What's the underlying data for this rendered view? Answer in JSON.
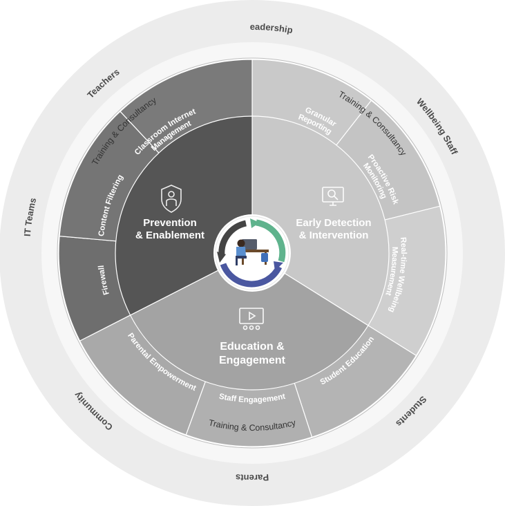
{
  "stakeholders": {
    "school_leadership": "School Leadership",
    "wellbeing_staff": "Wellbeing Staff",
    "students": "Students",
    "parents": "Parents",
    "community": "Community",
    "it_teams": "IT Teams",
    "teachers": "Teachers"
  },
  "training": {
    "top_left": "Training & Consultancy",
    "top_right": "Training & Consultancy",
    "bottom": "Training & Consultancy"
  },
  "pillars": {
    "prevention": {
      "line1": "Prevention",
      "line2": "& Enablement",
      "icon": "shield-person-icon",
      "color": "#555555"
    },
    "detection": {
      "line1": "Early Detection",
      "line2": "& Intervention",
      "icon": "monitor-search-icon",
      "color": "#c8c8c8"
    },
    "education": {
      "line1": "Education &",
      "line2": "Engagement",
      "icon": "presentation-people-icon",
      "color": "#a3a3a3"
    }
  },
  "subsegments": {
    "classroom": {
      "line1": "Classroom Internet",
      "line2": "Management"
    },
    "content_filtering": "Content Filtering",
    "firewall": "Firewall",
    "granular": {
      "line1": "Granular",
      "line2": "Reporting"
    },
    "proactive": {
      "line1": "Proactive Risk",
      "line2": "Monitoring"
    },
    "realtime": {
      "line1": "Real-time Wellbeing",
      "line2": "Measurement"
    },
    "student_education": "Student Education",
    "staff_engagement": "Staff Engagement",
    "parental_empowerment": "Parental Empowerment"
  },
  "center": {
    "icon": "student-at-desk-icon",
    "accent_green": "#5fb38d",
    "accent_blue": "#4a57a0",
    "accent_dark": "#444444"
  }
}
